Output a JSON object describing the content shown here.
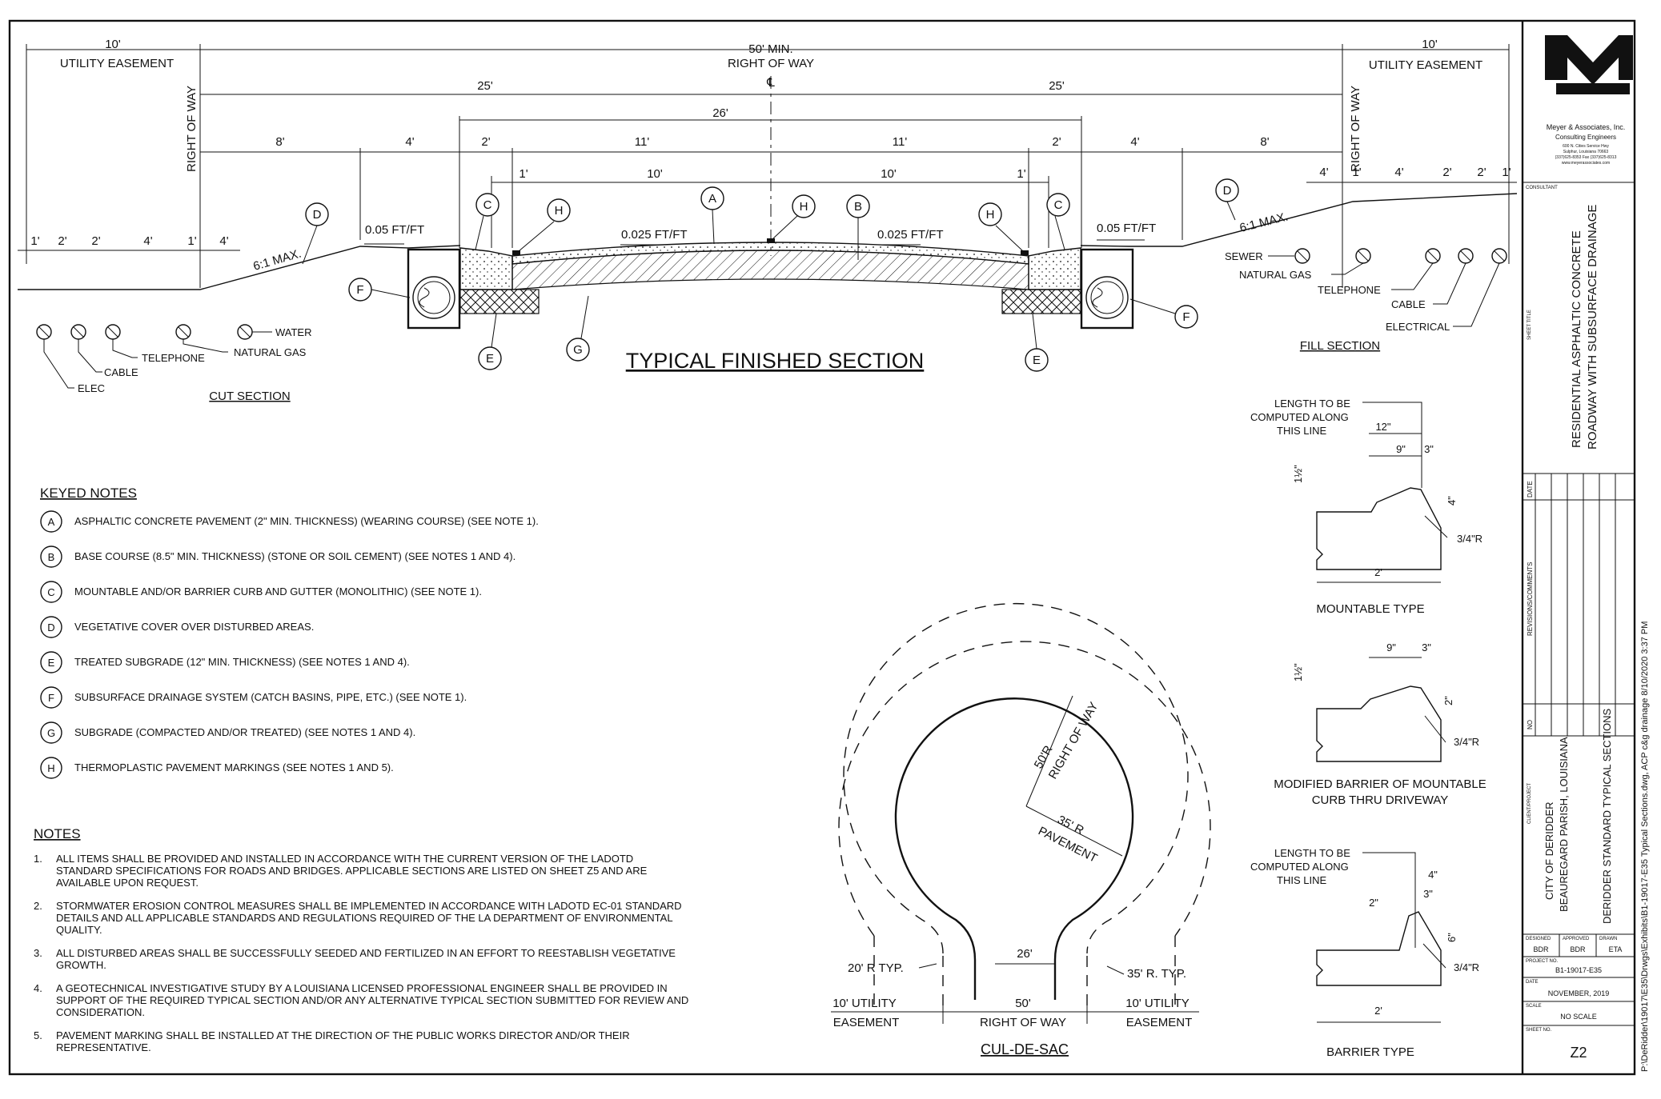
{
  "drawing": {
    "title": "TYPICAL FINISHED SECTION",
    "cut_section": "CUT SECTION",
    "fill_section": "FILL SECTION",
    "mountable_type": "MOUNTABLE TYPE",
    "modified_barrier_line1": "MODIFIED BARRIER OF MOUNTABLE",
    "modified_barrier_line2": "CURB THRU DRIVEWAY",
    "barrier_type": "BARRIER TYPE",
    "cul_de_sac": "CUL-DE-SAC",
    "dims": {
      "ue_left_10": "10'",
      "ue_left_label": "UTILITY EASEMENT",
      "row_50": "50' MIN.",
      "row_label": "RIGHT OF WAY",
      "ue_right_10": "10'",
      "ue_right_label": "UTILITY EASEMENT",
      "cl": "℄",
      "half_left": "25'",
      "half_right": "25'",
      "road_26": "26'",
      "row_vertical": "RIGHT OF WAY",
      "d8": "8'",
      "d4": "4'",
      "d2": "2'",
      "d11": "11'",
      "d1": "1'",
      "d10": "10'",
      "d2a": "2'",
      "d4a": "4'",
      "d1a": "1'"
    },
    "slopes": {
      "shoulder": "0.05 FT/FT",
      "lane": "0.025 FT/FT",
      "side": "6:1 MAX."
    },
    "utilities": {
      "water": "WATER",
      "natural_gas": "NATURAL GAS",
      "telephone": "TELEPHONE",
      "cable": "CABLE",
      "elec": "ELEC",
      "sewer": "SEWER",
      "electrical": "ELECTRICAL"
    },
    "curb": {
      "length_note": [
        "LENGTH TO BE",
        "COMPUTED ALONG",
        "THIS LINE"
      ],
      "d12": "12\"",
      "d9": "9\"",
      "d3": "3\"",
      "d4": "4\"",
      "d1_5": "1½\"",
      "d2ft": "2'",
      "radius": "3/4\"R",
      "d2in": "2\"",
      "d6": "6\""
    },
    "culdesac": {
      "r50": "50'R",
      "row": "RIGHT OF WAY",
      "r35": "35' R",
      "pavement": "PAVEMENT",
      "d26": "26'",
      "r20": "20' R TYP.",
      "r35typ": "35' R. TYP.",
      "ue": "10' UTILITY",
      "easement": "EASEMENT",
      "d50": "50'"
    },
    "keys": {
      "A": "A",
      "B": "B",
      "C": "C",
      "D": "D",
      "E": "E",
      "F": "F",
      "G": "G",
      "H": "H"
    }
  },
  "keyed_notes": {
    "title": "KEYED NOTES",
    "items": [
      {
        "key": "A",
        "text": "ASPHALTIC CONCRETE PAVEMENT (2\" MIN. THICKNESS) (WEARING COURSE) (SEE NOTE 1)."
      },
      {
        "key": "B",
        "text": "BASE COURSE (8.5\" MIN. THICKNESS) (STONE OR SOIL CEMENT) (SEE NOTES 1 AND 4)."
      },
      {
        "key": "C",
        "text": "MOUNTABLE AND/OR BARRIER CURB AND GUTTER (MONOLITHIC) (SEE NOTE 1)."
      },
      {
        "key": "D",
        "text": "VEGETATIVE COVER OVER DISTURBED AREAS."
      },
      {
        "key": "E",
        "text": "TREATED SUBGRADE (12\" MIN. THICKNESS) (SEE NOTES 1 AND 4)."
      },
      {
        "key": "F",
        "text": "SUBSURFACE DRAINAGE SYSTEM (CATCH BASINS, PIPE, ETC.) (SEE NOTE 1)."
      },
      {
        "key": "G",
        "text": "SUBGRADE (COMPACTED AND/OR TREATED) (SEE NOTES 1 AND 4)."
      },
      {
        "key": "H",
        "text": "THERMOPLASTIC PAVEMENT MARKINGS (SEE NOTES 1 AND 5)."
      }
    ]
  },
  "notes": {
    "title": "NOTES",
    "items": [
      {
        "num": "1.",
        "lines": [
          "ALL ITEMS SHALL BE PROVIDED AND INSTALLED IN ACCORDANCE WITH THE CURRENT VERSION OF THE LADOTD",
          "STANDARD SPECIFICATIONS FOR ROADS AND BRIDGES. APPLICABLE SECTIONS ARE LISTED ON SHEET Z5 AND ARE",
          "AVAILABLE UPON REQUEST."
        ]
      },
      {
        "num": "2.",
        "lines": [
          "STORMWATER EROSION CONTROL MEASURES SHALL BE IMPLEMENTED IN ACCORDANCE WITH LADOTD EC-01 STANDARD",
          "DETAILS AND ALL APPLICABLE STANDARDS AND REGULATIONS REQUIRED OF THE LA DEPARTMENT OF ENVIRONMENTAL",
          "QUALITY."
        ]
      },
      {
        "num": "3.",
        "lines": [
          "ALL DISTURBED AREAS SHALL BE SUCCESSFULLY SEEDED AND FERTILIZED IN AN EFFORT TO REESTABLISH VEGETATIVE",
          "GROWTH."
        ]
      },
      {
        "num": "4.",
        "lines": [
          "A GEOTECHNICAL INVESTIGATIVE STUDY BY A LOUISIANA LICENSED PROFESSIONAL ENGINEER SHALL BE PROVIDED IN",
          "SUPPORT OF THE REQUIRED TYPICAL SECTION AND/OR ANY ALTERNATIVE TYPICAL SECTION SUBMITTED FOR REVIEW AND",
          "CONSIDERATION."
        ]
      },
      {
        "num": "5.",
        "lines": [
          "PAVEMENT MARKING SHALL BE INSTALLED AT THE DIRECTION OF THE PUBLIC WORKS DIRECTOR AND/OR THEIR",
          "REPRESENTATIVE."
        ]
      }
    ]
  },
  "title_block": {
    "company": "Meyer & Associates, Inc.",
    "company_sub": "Consulting Engineers",
    "address1": "600 N. Cities Service Hwy",
    "address2": "Sulphur, Louisiana 70663",
    "phone": "(337)625-8353  Fax (337)625-8313",
    "web": "www.meyerassociates.com",
    "consultant_label": "CONSULTANT",
    "sheet_title_label": "SHEET TITLE",
    "sheet_title_1": "RESIDENTIAL ASPHALTIC CONCRETE",
    "sheet_title_2": "ROADWAY WITH SUBSURFACE DRAINAGE",
    "rev_date": "DATE",
    "rev_comments": "REVISIONS/COMMENTS",
    "rev_no": "NO",
    "client_label": "CLIENT/PROJECT",
    "client_1": "CITY OF DERIDDER",
    "client_2": "BEAUREGARD PARISH, LOUISIANA",
    "client_3": "DERIDDER STANDARD TYPICAL SECTIONS",
    "designed_label": "DESIGNED",
    "designed": "BDR",
    "approved_label": "APPROVED",
    "approved": "BDR",
    "drawn_label": "DRAWN",
    "drawn": "ETA",
    "project_no_label": "PROJECT NO.",
    "project_no": "B1-19017-E35",
    "date_label": "DATE",
    "date": "NOVEMBER, 2019",
    "scale_label": "SCALE",
    "scale": "NO SCALE",
    "sheet_no_label": "SHEET NO.",
    "sheet_no": "Z2"
  },
  "file_path": "P:\\DeRidder\\19017\\E35\\Drwgs\\Exhibits\\B1-19017-E35 Typical Sections.dwg, ACP c&g drainage  8/10/2020 3:37 PM"
}
